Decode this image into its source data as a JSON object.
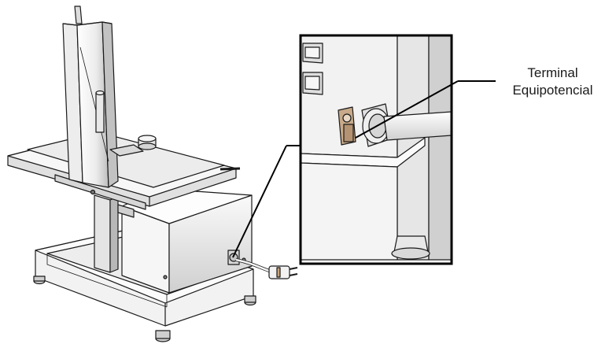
{
  "callout": {
    "line1": "Terminal",
    "line2": "Equipotencial"
  },
  "colors": {
    "stroke": "#1a1a1a",
    "metal_light": "#f4f4f4",
    "metal_mid": "#d9d9d9",
    "metal_dark": "#9c9c9c",
    "inset_border": "#000000"
  },
  "icons": {
    "machine": "meat-slicer-machine-illustration",
    "inset": "equipotential-terminal-detail-inset",
    "plug": "power-plug"
  }
}
